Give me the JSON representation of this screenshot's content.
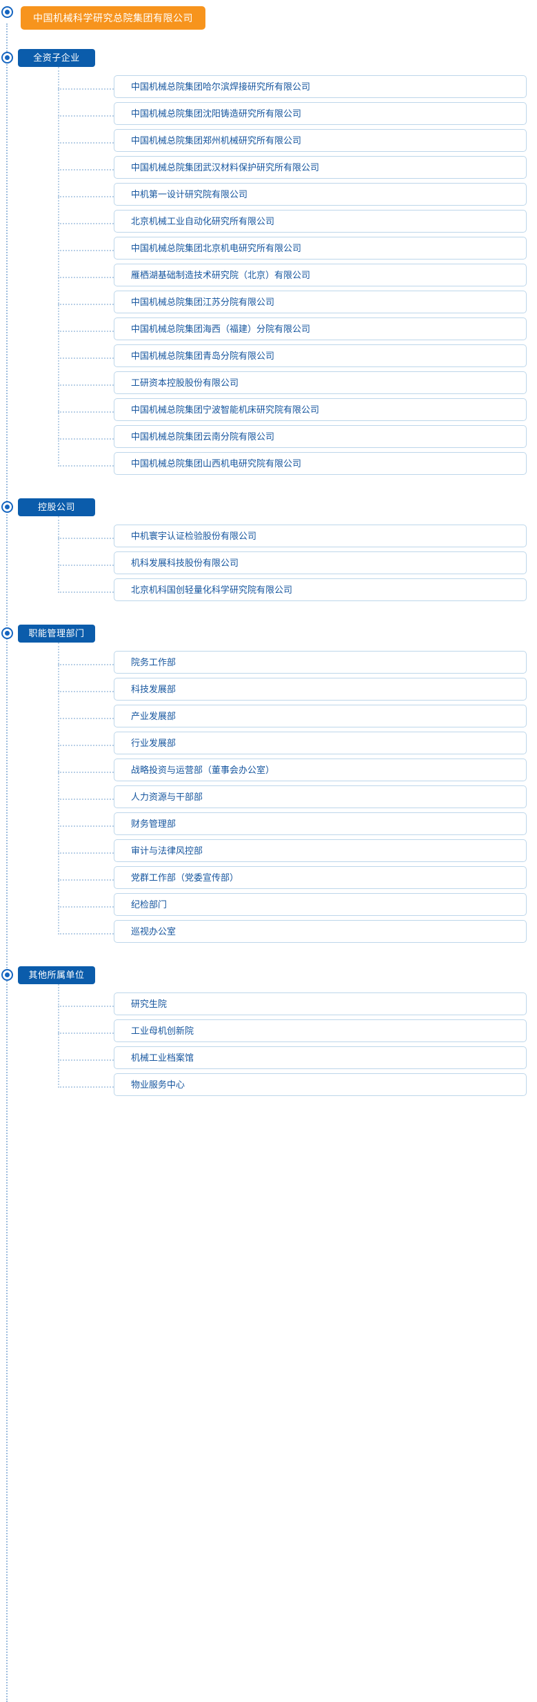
{
  "root": {
    "label": "中国机械科学研究总院集团有限公司",
    "color": "#f7941d"
  },
  "theme": {
    "section_color": "#0b5cab",
    "item_text_color": "#15559e",
    "item_border_color": "#bdd6ea",
    "connector_color": "#b8cfe6",
    "spine_color": "#9bbbdd"
  },
  "sections": [
    {
      "label": "全资子企业",
      "items": [
        {
          "label": "中国机械总院集团哈尔滨焊接研究所有限公司"
        },
        {
          "label": "中国机械总院集团沈阳铸造研究所有限公司"
        },
        {
          "label": "中国机械总院集团郑州机械研究所有限公司"
        },
        {
          "label": "中国机械总院集团武汉材料保护研究所有限公司"
        },
        {
          "label": "中机第一设计研究院有限公司"
        },
        {
          "label": "北京机械工业自动化研究所有限公司"
        },
        {
          "label": "中国机械总院集团北京机电研究所有限公司"
        },
        {
          "label": "雁栖湖基础制造技术研究院（北京）有限公司"
        },
        {
          "label": "中国机械总院集团江苏分院有限公司"
        },
        {
          "label": "中国机械总院集团海西（福建）分院有限公司"
        },
        {
          "label": "中国机械总院集团青岛分院有限公司"
        },
        {
          "label": "工研资本控股股份有限公司"
        },
        {
          "label": "中国机械总院集团宁波智能机床研究院有限公司"
        },
        {
          "label": "中国机械总院集团云南分院有限公司"
        },
        {
          "label": "中国机械总院集团山西机电研究院有限公司"
        }
      ]
    },
    {
      "label": "控股公司",
      "items": [
        {
          "label": "中机寰宇认证检验股份有限公司"
        },
        {
          "label": "机科发展科技股份有限公司"
        },
        {
          "label": "北京机科国创轻量化科学研究院有限公司"
        }
      ]
    },
    {
      "label": "职能管理部门",
      "items": [
        {
          "label": "院务工作部"
        },
        {
          "label": "科技发展部"
        },
        {
          "label": "产业发展部"
        },
        {
          "label": "行业发展部"
        },
        {
          "label": "战略投资与运营部（董事会办公室）"
        },
        {
          "label": "人力资源与干部部"
        },
        {
          "label": "财务管理部"
        },
        {
          "label": "审计与法律风控部"
        },
        {
          "label": "党群工作部（党委宣传部）"
        },
        {
          "label": "纪检部门"
        },
        {
          "label": "巡视办公室"
        }
      ]
    },
    {
      "label": "其他所属单位",
      "items": [
        {
          "label": "研究生院"
        },
        {
          "label": "工业母机创新院"
        },
        {
          "label": "机械工业档案馆"
        },
        {
          "label": "物业服务中心"
        }
      ]
    }
  ]
}
